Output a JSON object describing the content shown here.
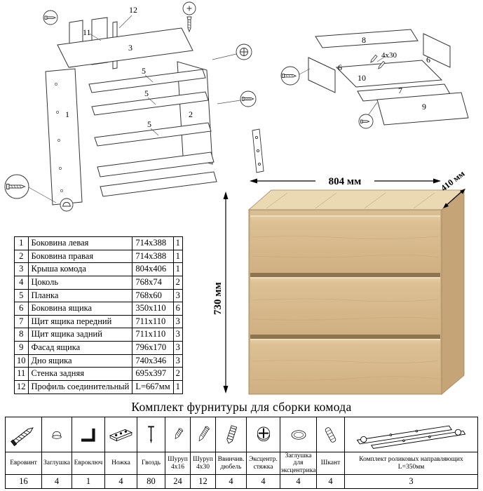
{
  "title": "Комплект фурнитуры для сборки комода",
  "parts_table": {
    "rows": [
      {
        "num": "1",
        "name": "Боковина левая",
        "size": "714x388",
        "qty": "1"
      },
      {
        "num": "2",
        "name": "Боковина правая",
        "size": "714x388",
        "qty": "1"
      },
      {
        "num": "3",
        "name": "Крыша комода",
        "size": "804x406",
        "qty": "1"
      },
      {
        "num": "4",
        "name": "Цоколь",
        "size": "768x74",
        "qty": "2"
      },
      {
        "num": "5",
        "name": "Планка",
        "size": "768x60",
        "qty": "3"
      },
      {
        "num": "6",
        "name": "Боковина ящика",
        "size": "350x110",
        "qty": "6"
      },
      {
        "num": "7",
        "name": "Щит ящика передний",
        "size": "711x110",
        "qty": "3"
      },
      {
        "num": "8",
        "name": "Щит ящика задний",
        "size": "711x110",
        "qty": "3"
      },
      {
        "num": "9",
        "name": "Фасад ящика",
        "size": "796x170",
        "qty": "3"
      },
      {
        "num": "10",
        "name": "Дно ящика",
        "size": "740x346",
        "qty": "3"
      },
      {
        "num": "11",
        "name": "Стенка задняя",
        "size": "695x397",
        "qty": "2"
      },
      {
        "num": "12",
        "name": "Профиль соединительный",
        "size": "L=667мм",
        "qty": "1"
      }
    ]
  },
  "dresser": {
    "width_label": "804 мм",
    "depth_label": "410 мм",
    "height_label": "730 мм",
    "wood_color": "#d9bd90"
  },
  "diagram_main": {
    "label_1": "1",
    "label_2": "2",
    "label_3": "3",
    "label_5a": "5",
    "label_5b": "5",
    "label_5c": "5",
    "label_11": "11",
    "label_12": "12"
  },
  "diagram_drawer": {
    "label_6a": "6",
    "label_6b": "6",
    "label_7": "7",
    "label_8": "8",
    "label_9": "9",
    "label_10": "10",
    "screw_note": "4x30"
  },
  "hardware": {
    "items": [
      {
        "name": "Евровинт",
        "qty": "16",
        "icon": "euro-screw"
      },
      {
        "name": "Заглушка",
        "qty": "4",
        "icon": "plug"
      },
      {
        "name": "Евроключ",
        "qty": "1",
        "icon": "hex-key"
      },
      {
        "name": "Ножка",
        "qty": "4",
        "icon": "leg"
      },
      {
        "name": "Гвоздь",
        "qty": "80",
        "icon": "nail"
      },
      {
        "name": "Шуруп 4x16",
        "qty": "24",
        "icon": "screw-4x16"
      },
      {
        "name": "Шуруп 4x30",
        "qty": "12",
        "icon": "screw-4x30"
      },
      {
        "name": "Ввинчив. дюбель",
        "qty": "4",
        "icon": "screw-dowel"
      },
      {
        "name": "Эксцентр. стяжка",
        "qty": "4",
        "icon": "cam-lock"
      },
      {
        "name": "Заглушка для эксцентрика",
        "qty": "4",
        "icon": "cam-cap"
      },
      {
        "name": "Шкант",
        "qty": "4",
        "icon": "dowel-pin"
      },
      {
        "name": "Комплект роликовых направляющих L=350мм",
        "qty": "3",
        "icon": "roller-slides"
      }
    ]
  }
}
